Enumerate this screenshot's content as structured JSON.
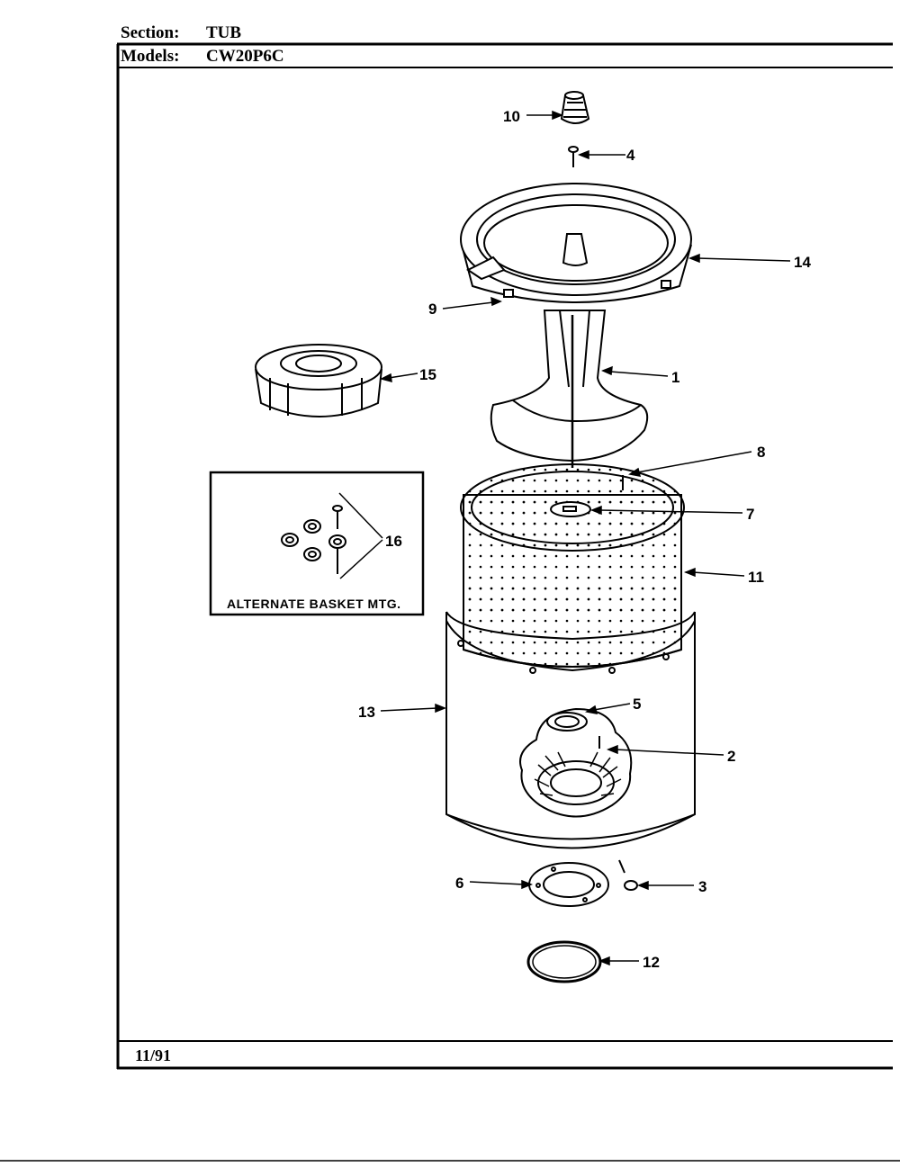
{
  "header": {
    "section_label": "Section:",
    "section_value": "TUB",
    "models_label": "Models:",
    "models_value": "CW20P6C"
  },
  "footer": {
    "date": "11/91"
  },
  "inset": {
    "caption": "ALTERNATE BASKET MTG."
  },
  "callouts": [
    "10",
    "4",
    "14",
    "9",
    "15",
    "1",
    "8",
    "7",
    "16",
    "11",
    "13",
    "5",
    "2",
    "6",
    "3",
    "12"
  ]
}
